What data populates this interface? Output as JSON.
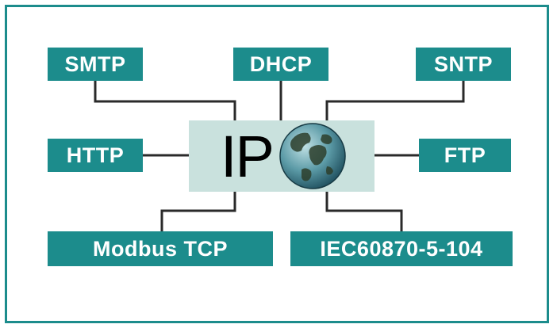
{
  "diagram": {
    "core_label": "IP",
    "core_icon": "globe-icon",
    "protocols": {
      "smtp": "SMTP",
      "dhcp": "DHCP",
      "sntp": "SNTP",
      "http": "HTTP",
      "ftp": "FTP",
      "modbus": "Modbus TCP",
      "iec": "IEC60870-5-104"
    },
    "colors": {
      "box_fill": "#1c8c8c",
      "core_fill": "#c9e1dd",
      "line": "#2a2a2a",
      "border": "#1c8c8c"
    }
  }
}
